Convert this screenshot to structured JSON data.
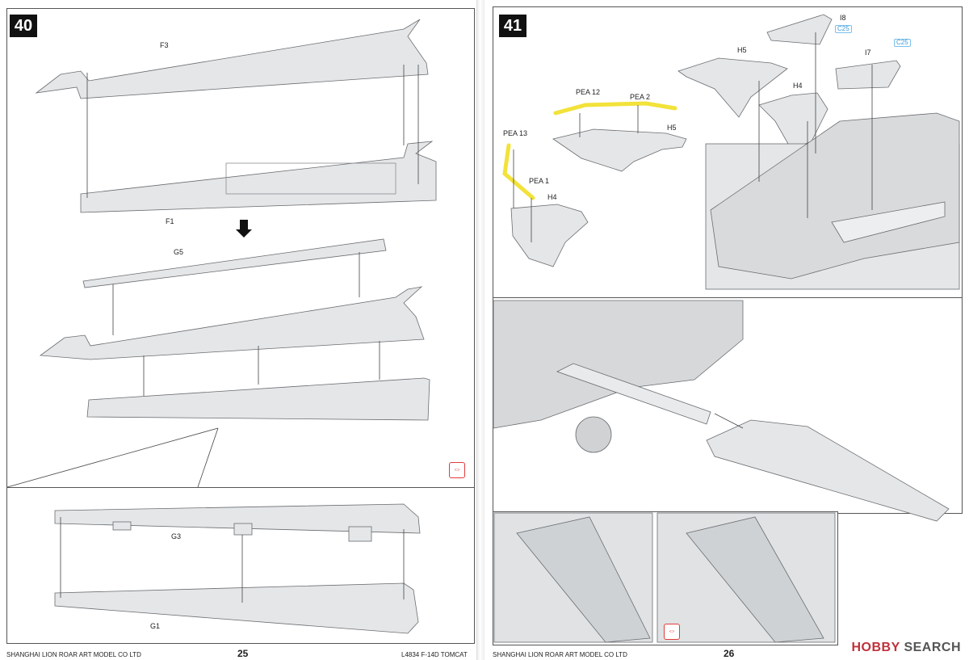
{
  "left_page": {
    "step_number": "40",
    "labels": {
      "f3": "F3",
      "f1": "F1",
      "g5": "G5",
      "g3": "G3",
      "g1": "G1"
    },
    "footer_company": "SHANGHAI LION ROAR ART MODEL CO LTD",
    "page_number": "25",
    "footer_kit": "L4834 F-14D TOMCAT",
    "mirror_icon": "opposite-side-icon"
  },
  "right_page": {
    "step_number": "41",
    "labels": {
      "i8": "I8",
      "c25_a": "C25",
      "c25_b": "C25",
      "i7": "I7",
      "h5_top": "H5",
      "h4_top": "H4",
      "pea12": "PEA 12",
      "pea2": "PEA 2",
      "h5_mid": "H5",
      "pea13": "PEA 13",
      "pea1": "PEA 1",
      "h4_mid": "H4"
    },
    "footer_company": "SHANGHAI LION ROAR ART MODEL CO LTD",
    "page_number": "26",
    "mirror_icon": "opposite-side-icon"
  },
  "watermark": {
    "brand_prefix": "HOBBY",
    "brand_suffix": "SEARCH"
  },
  "colors": {
    "part_fill": "#e4e6e8",
    "part_stroke": "#6a6d70",
    "photo_etch": "#f2e23a",
    "accent_red": "#e23b3b",
    "callout_blue": "#3a9ad9"
  }
}
